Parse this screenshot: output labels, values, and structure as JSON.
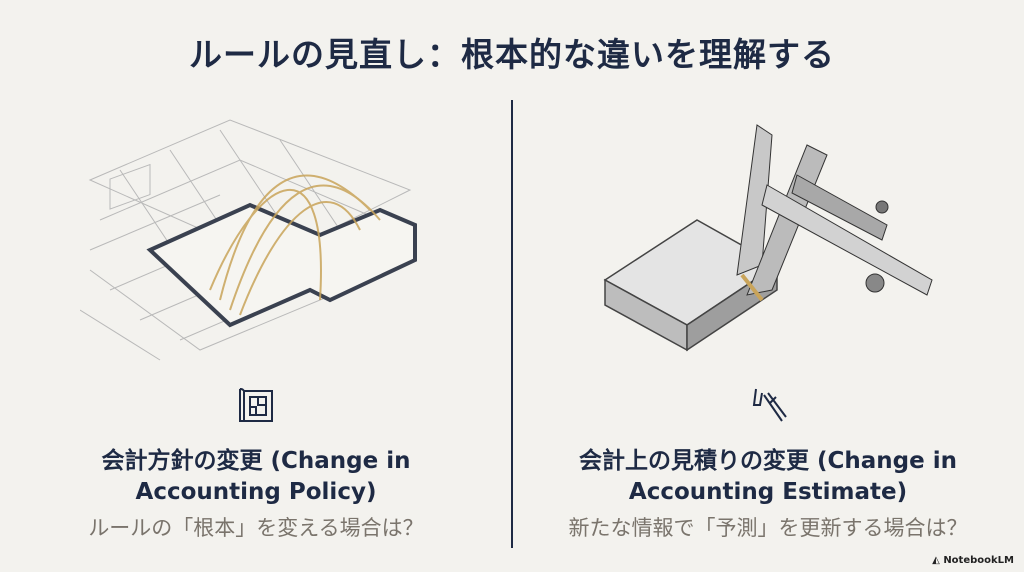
{
  "title": "ルールの見直し：根本的な違いを理解する",
  "left": {
    "icon": "blueprint-icon",
    "heading_line1": "会計方針の変更 (Change in",
    "heading_line2": "Accounting Policy)",
    "subtitle": "ルールの「根本」を変える場合は？"
  },
  "right": {
    "icon": "caliper-icon",
    "heading_line1": "会計上の見積りの変更 (Change in",
    "heading_line2": "Accounting Estimate)",
    "subtitle": "新たな情報で「予測」を更新する場合は？"
  },
  "brand": "NotebookLM",
  "colors": {
    "background": "#f3f2ee",
    "navy": "#1e2a44",
    "gold": "#c9a45a",
    "muted": "#7a746c"
  }
}
